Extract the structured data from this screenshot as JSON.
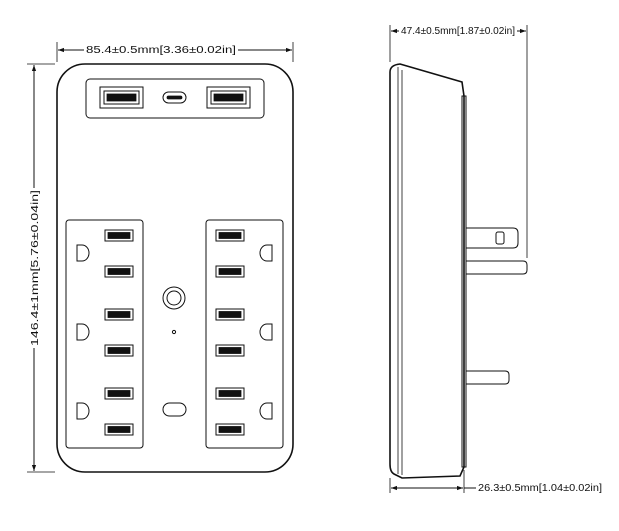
{
  "dimensions": {
    "front_width": "85.4±0.5mm[3.36±0.02in]",
    "front_height": "146.4±1mm[5.76±0.04in]",
    "side_depth": "47.4±0.5mm[1.87±0.02in]",
    "side_body": "26.3±0.5mm[1.04±0.02in]"
  }
}
